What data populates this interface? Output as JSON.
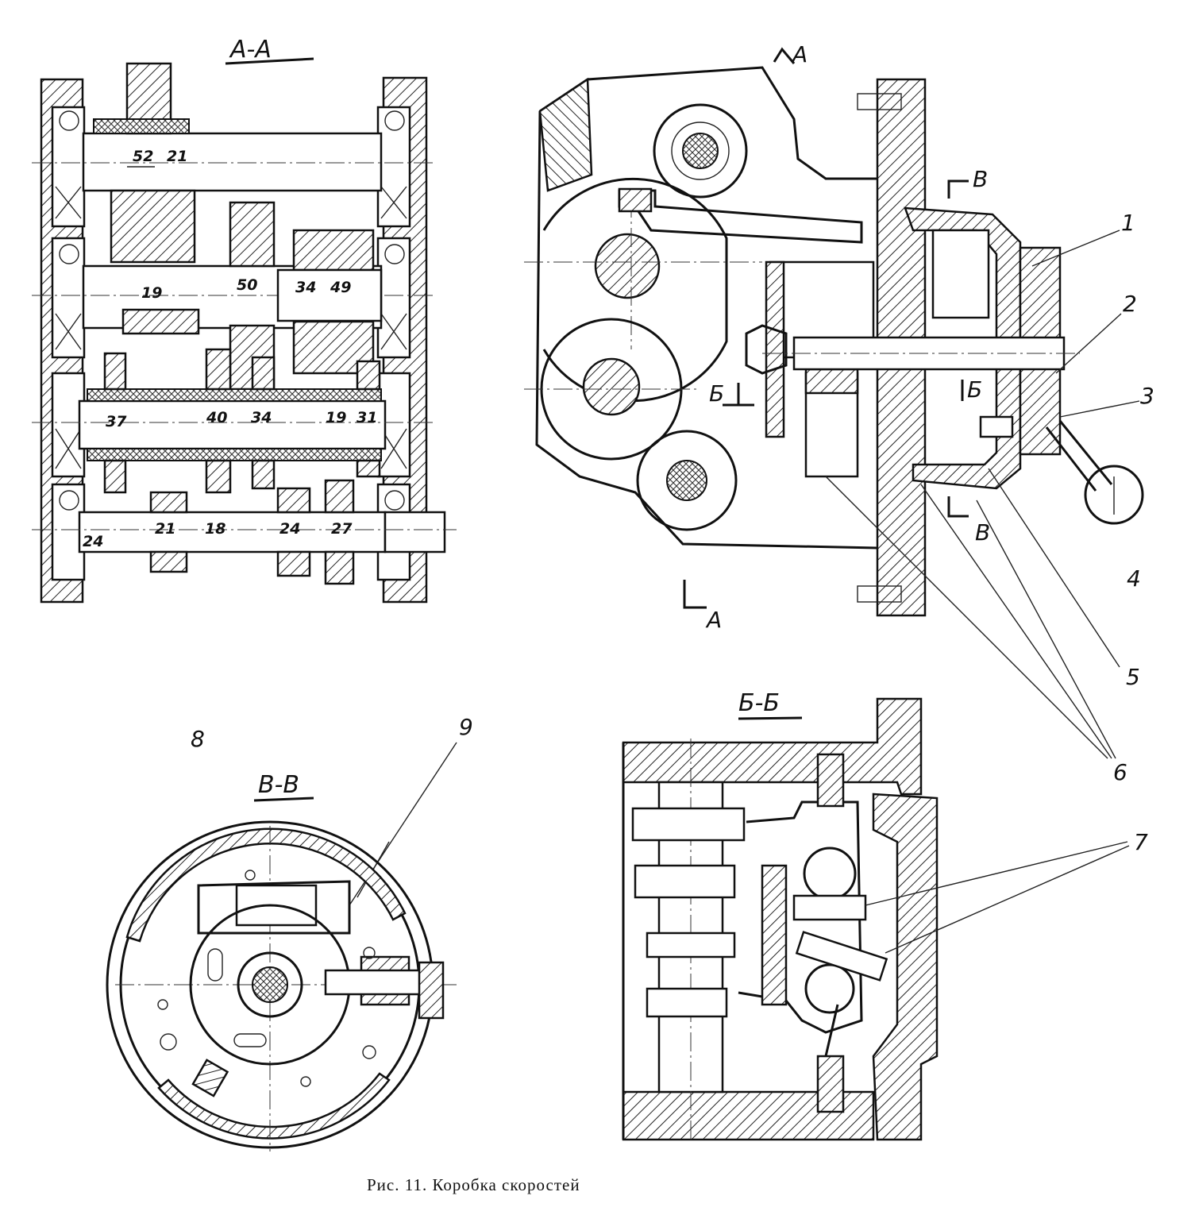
{
  "figure": {
    "caption": "Рис. 11. Коробка скоростей"
  },
  "views": {
    "aa": {
      "title": "А-А"
    },
    "bb": {
      "title": "Б-Б"
    },
    "vv": {
      "title": "В-В"
    }
  },
  "section_marks": {
    "a_top": "А",
    "a_bottom": "А",
    "b": "Б",
    "b_right": "Б",
    "v_top": "В",
    "v_bottom": "В"
  },
  "gear_teeth": {
    "shaft1": [
      "52",
      "21"
    ],
    "shaft2": [
      "19",
      "50",
      "34",
      "49"
    ],
    "shaft3": [
      "37",
      "40",
      "34",
      "19",
      "31"
    ],
    "shaft4": [
      "24",
      "21",
      "18",
      "24",
      "27"
    ]
  },
  "callouts": [
    "1",
    "2",
    "3",
    "4",
    "5",
    "6",
    "7",
    "8",
    "9"
  ]
}
